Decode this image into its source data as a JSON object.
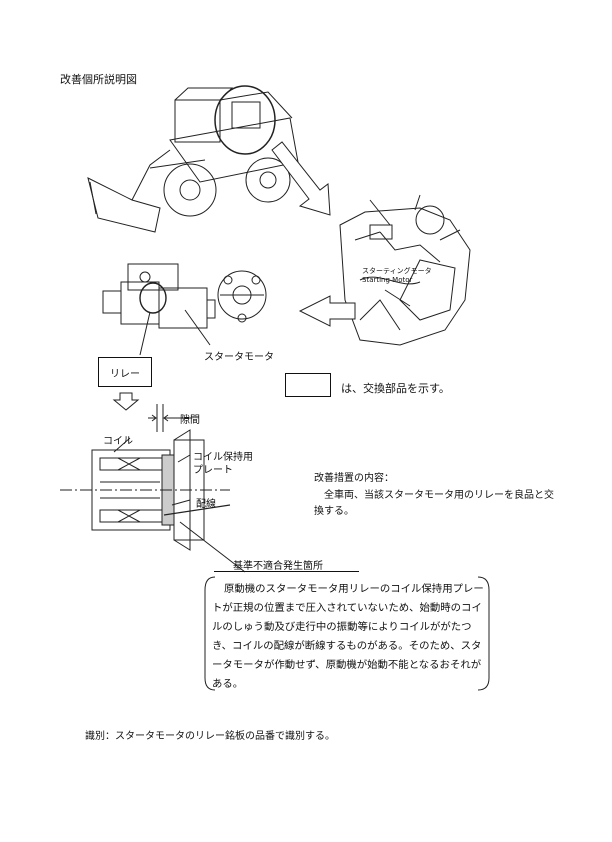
{
  "title": "改善個所説明図",
  "labels": {
    "starter_motor": "スタータモータ",
    "relay": "リレー",
    "engine_callout_jp": "スターティングモータ",
    "engine_callout_en": "Starting Motor",
    "gap": "隙間",
    "coil": "コイル",
    "coil_plate_line1": "コイル保持用",
    "coil_plate_line2": "プレート",
    "wiring": "配線"
  },
  "legend": {
    "text": "は、交換部品を示す。"
  },
  "measure": {
    "title": "改善措置の内容：",
    "body": "全車両、当該スタータモータ用のリレーを良品と交換する。"
  },
  "defect": {
    "heading": "基準不適合発生箇所",
    "body": "原動機のスタータモータ用リレーのコイル保持用プレートが正規の位置まで圧入されていないため、始動時のコイルのしゅう動及び走行中の振動等によりコイルががたつき、コイルの配線が断線するものがある。そのため、スタータモータが作動せず、原動機が始動不能となるおそれがある。"
  },
  "identification": "識別：スタータモータのリレー銘板の品番で識別する。"
}
